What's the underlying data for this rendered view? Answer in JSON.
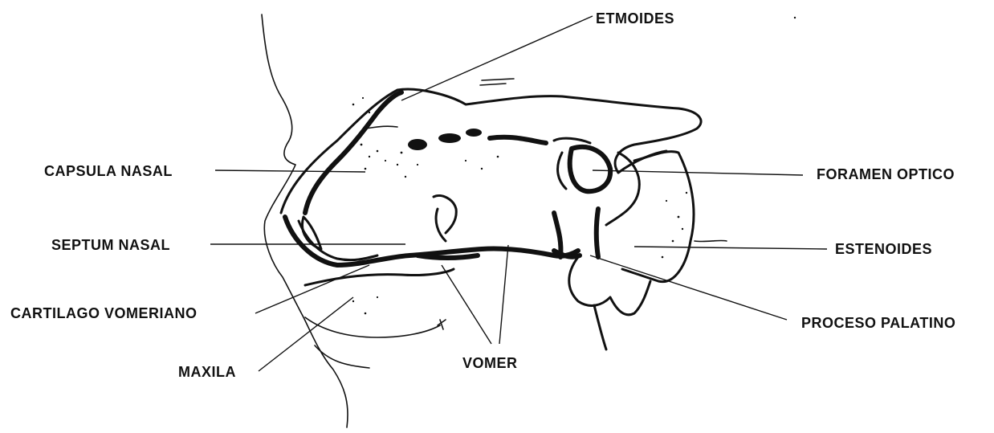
{
  "labels": {
    "etmoides": "ETMOIDES",
    "capsula_nasal": "CAPSULA NASAL",
    "foramen_optico": "FORAMEN OPTICO",
    "septum_nasal": "SEPTUM NASAL",
    "estenoides": "ESTENOIDES",
    "cartilago_vomeriano": "CARTILAGO VOMERIANO",
    "proceso_palatino": "PROCESO PALATINO",
    "maxila": "MAXILA",
    "vomer": "VOMER"
  }
}
